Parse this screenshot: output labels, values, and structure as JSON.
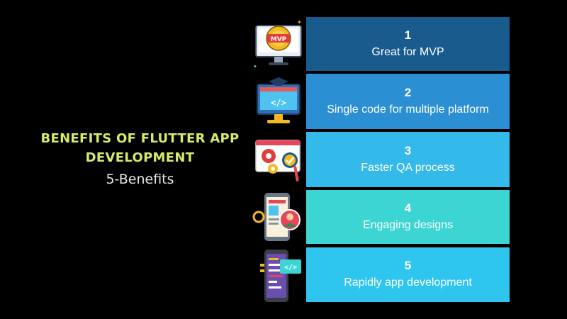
{
  "heading": {
    "title_line1": "BENEFITS OF FLUTTER APP",
    "title_line2": "DEVELOPMENT",
    "subtitle": "5-Benefits"
  },
  "benefits": [
    {
      "number": "1",
      "label": "Great for MVP",
      "color": "#1a5b8e",
      "icon": "mvp-monitor-icon"
    },
    {
      "number": "2",
      "label": "Single code for multiple platform",
      "color": "#2b8fd4",
      "icon": "code-monitor-icon"
    },
    {
      "number": "3",
      "label": "Faster QA process",
      "color": "#33b9ea",
      "icon": "qa-gears-icon"
    },
    {
      "number": "4",
      "label": "Engaging designs",
      "color": "#3dd5d3",
      "icon": "design-phone-icon"
    },
    {
      "number": "5",
      "label": "Rapidly app development",
      "color": "#2ec5ef",
      "icon": "app-dev-phone-icon"
    }
  ],
  "icon_text": {
    "mvp": "MVP"
  },
  "colors": {
    "background": "#000000",
    "title": "#d4ec6a",
    "subtitle": "#e6e6e6"
  }
}
